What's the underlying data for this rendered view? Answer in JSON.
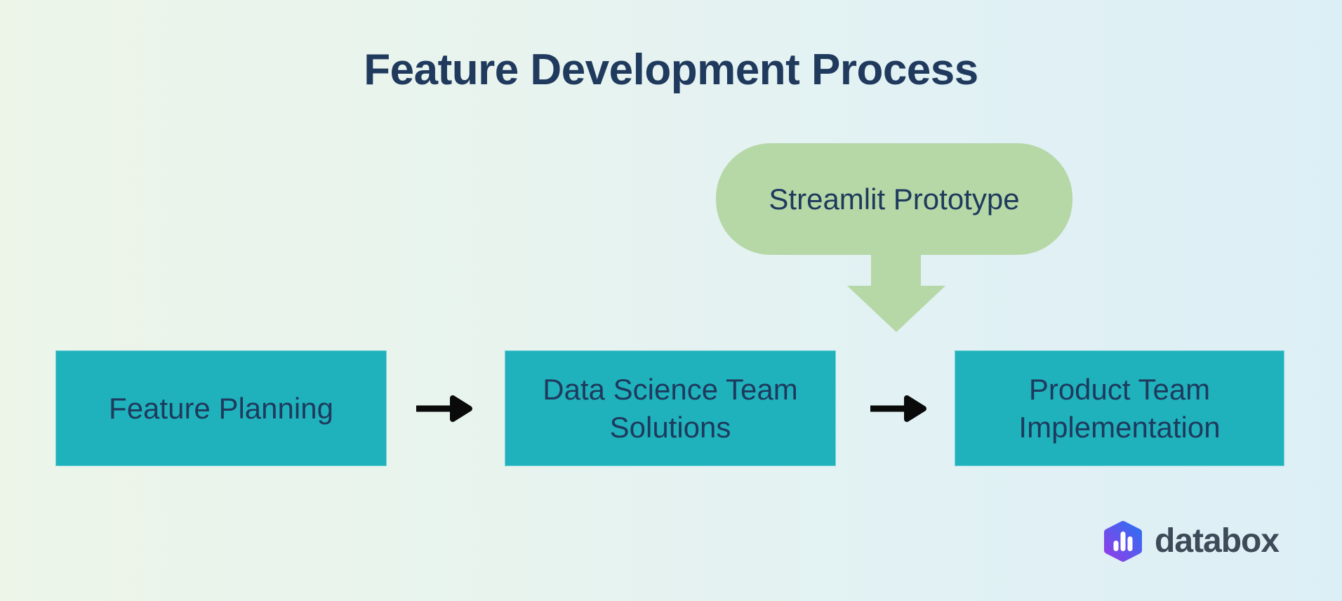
{
  "title": "Feature Development Process",
  "callout": {
    "label": "Streamlit Prototype",
    "points_to": "transition between Data Science Team Solutions and Product Team Implementation"
  },
  "steps": [
    {
      "label": "Feature Planning"
    },
    {
      "label": "Data Science Team Solutions"
    },
    {
      "label": "Product Team Implementation"
    }
  ],
  "connections": [
    {
      "from": "Feature Planning",
      "to": "Data Science Team Solutions",
      "style": "black-right-arrow"
    },
    {
      "from": "Data Science Team Solutions",
      "to": "Product Team Implementation",
      "style": "black-right-arrow"
    },
    {
      "from": "Streamlit Prototype",
      "to": "flow between steps 2 and 3",
      "style": "green-down-arrow"
    }
  ],
  "brand": {
    "name": "databox",
    "icon": "bar-chart-hexagon-icon"
  },
  "colors": {
    "background_left": "#edf5e9",
    "background_right": "#ddeff6",
    "step_box_teal": "#1fb2bd",
    "callout_green": "#b6d7a6",
    "text_navy": "#1e3a5c",
    "title_navy": "#203a5e",
    "connector_black": "#0a0a0a",
    "brand_text_slate": "#3d4a57",
    "logo_gradient_purple": "#8f3fe8",
    "logo_gradient_blue": "#2f6ff2"
  }
}
